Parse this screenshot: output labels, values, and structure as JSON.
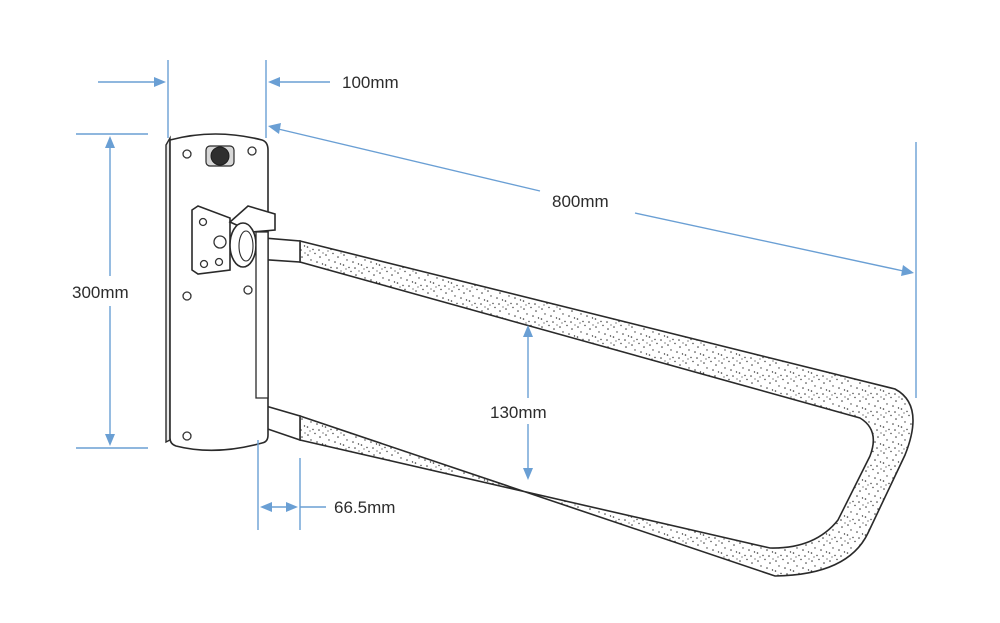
{
  "diagram": {
    "dimensions": {
      "projection_offset": "100mm",
      "bar_length": "800mm",
      "plate_height": "300mm",
      "rail_spacing": "130mm",
      "tube_offset": "66.5mm"
    },
    "colors": {
      "dimension_lines": "#6a9fd4",
      "outline": "#2a2a2a",
      "label_text": "#2c2c2c"
    }
  }
}
